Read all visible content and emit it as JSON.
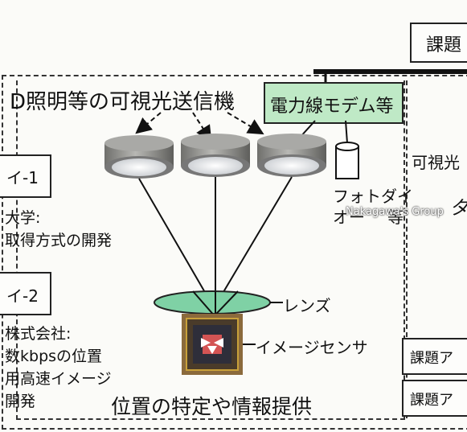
{
  "colors": {
    "modem_bg": "#bfe9c6",
    "lens": "#7fd1a5",
    "led_body": "#8a8a86",
    "watermark": "#ffffff"
  },
  "top_right_box": "課題",
  "led_header": "D照明等の可視光送信機",
  "modem_label": "電力線モデム等",
  "photodiode_label_1": "フォトダイ",
  "photodiode_label_2": "オー",
  "photodiode_label_3": "等",
  "watermark": "Nakagawa's Group",
  "lens_label": "レンズ",
  "sensor_label": "イメージセンサ",
  "bottom_caption": "位置の特定や情報提供",
  "right_panel": {
    "text1": "可視光",
    "text2": "ダ"
  },
  "left_panel": {
    "box1": "イ-1",
    "text1a": "大学:",
    "text1b": "取得方式の開発",
    "box2": "イ-2",
    "text2a": "株式会社:",
    "text2b": "数kbpsの位置",
    "text2c": "用高速イメージ",
    "text2d": "開発"
  },
  "bottom_right_boxes": [
    "課題ア",
    "課題ア"
  ]
}
